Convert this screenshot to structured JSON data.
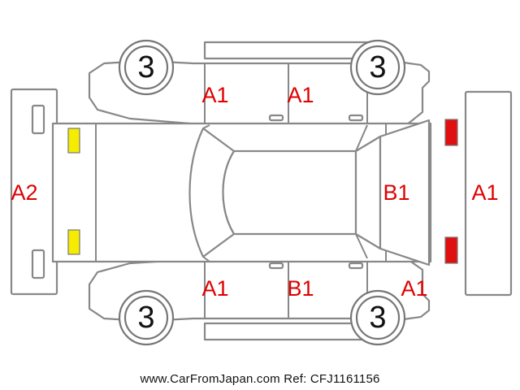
{
  "wheels": {
    "front_left": "3",
    "rear_left": "3",
    "front_right": "3",
    "rear_right": "3"
  },
  "damage_codes": {
    "top_front_door": "A1",
    "top_rear_door": "A1",
    "front_bumper": "A2",
    "rear_glass": "B1",
    "rear_bumper": "A1",
    "bottom_front_door": "A1",
    "bottom_rear_door": "B1",
    "bottom_rear_fender": "A1"
  },
  "lamp_colors": {
    "front": "#f5ec00",
    "rear": "#e01010"
  },
  "footer_text": "www.CarFromJapan.com Ref: CFJ1161156"
}
